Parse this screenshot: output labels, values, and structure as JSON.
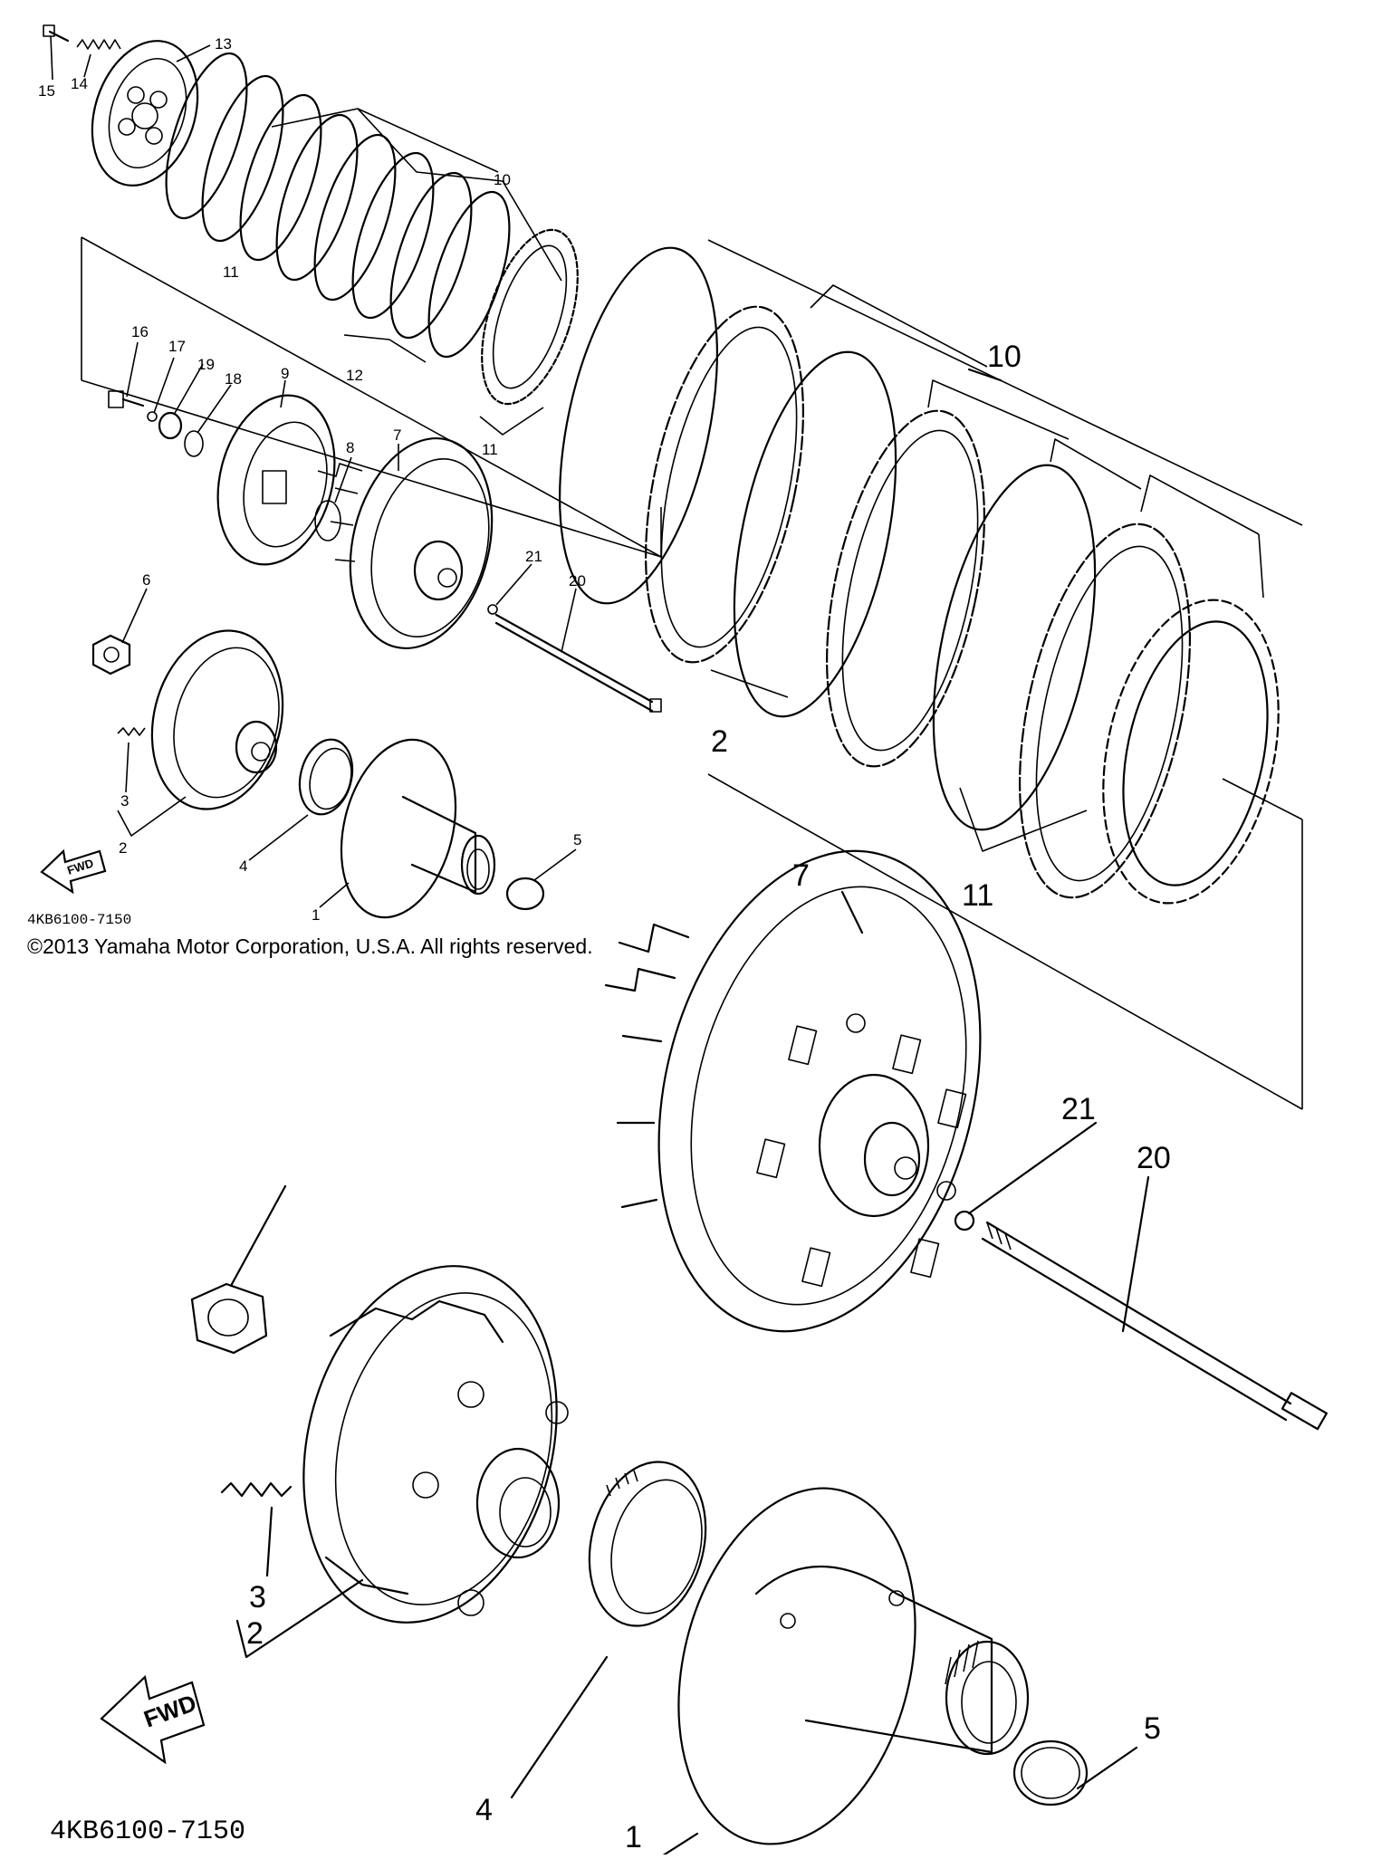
{
  "diagram": {
    "part_numbers": [
      "1",
      "2",
      "3",
      "4",
      "5",
      "6",
      "7",
      "8",
      "9",
      "10",
      "11",
      "12",
      "13",
      "14",
      "15",
      "16",
      "17",
      "18",
      "19",
      "20",
      "21"
    ],
    "fwd_label": "FWD",
    "drawing_code": "4KB6100-7150"
  },
  "copyright": "©2013 Yamaha Motor Corporation, U.S.A. All rights reserved.",
  "colors": {
    "ink": "#000000",
    "paper": "#ffffff"
  }
}
